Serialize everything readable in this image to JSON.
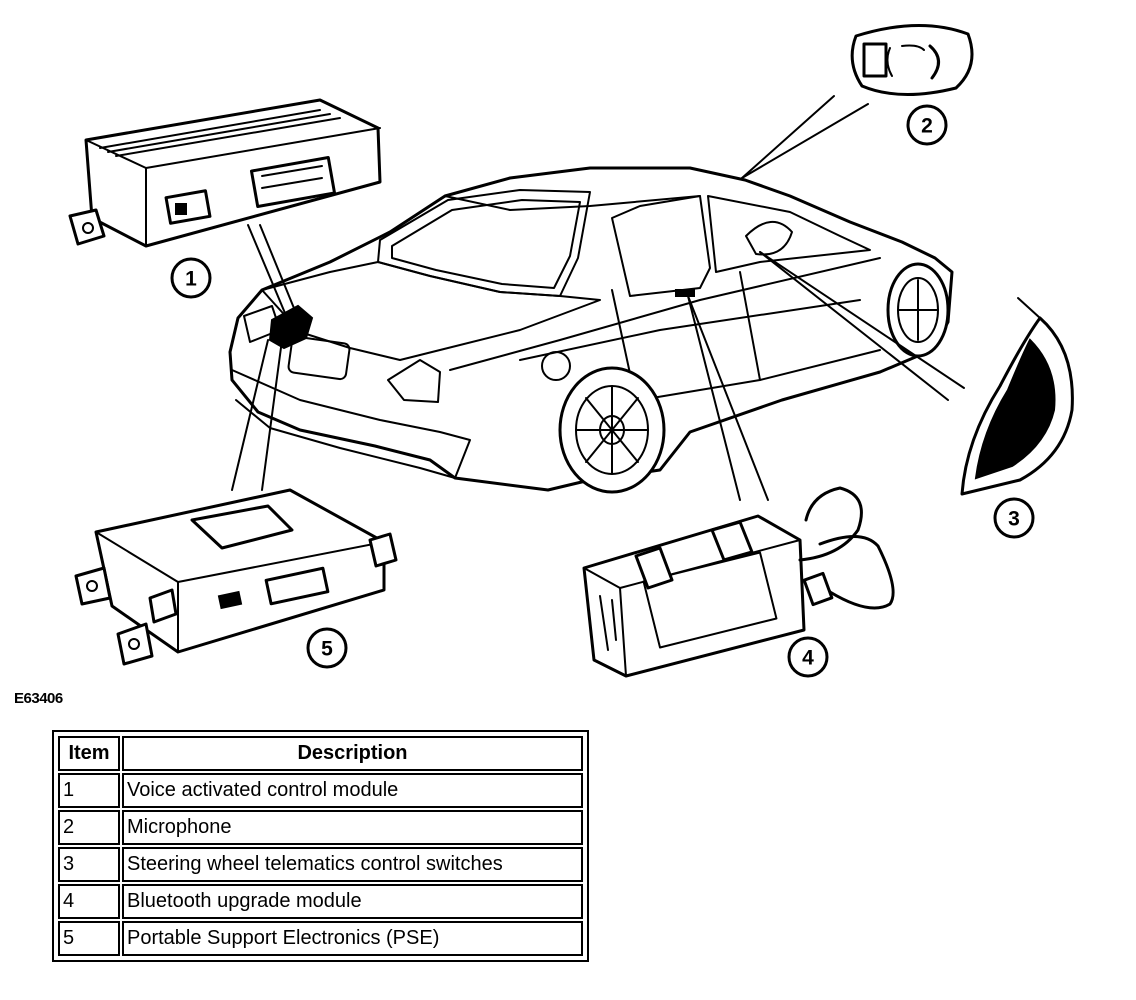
{
  "figure_id": "E63406",
  "callouts": [
    "1",
    "2",
    "3",
    "4",
    "5"
  ],
  "legend": {
    "headers": {
      "item": "Item",
      "description": "Description"
    },
    "rows": [
      {
        "item": "1",
        "description": "Voice activated control module"
      },
      {
        "item": "2",
        "description": "Microphone"
      },
      {
        "item": "3",
        "description": "Steering wheel telematics control switches"
      },
      {
        "item": "4",
        "description": "Bluetooth upgrade module"
      },
      {
        "item": "5",
        "description": "Portable Support Electronics (PSE)"
      }
    ]
  }
}
